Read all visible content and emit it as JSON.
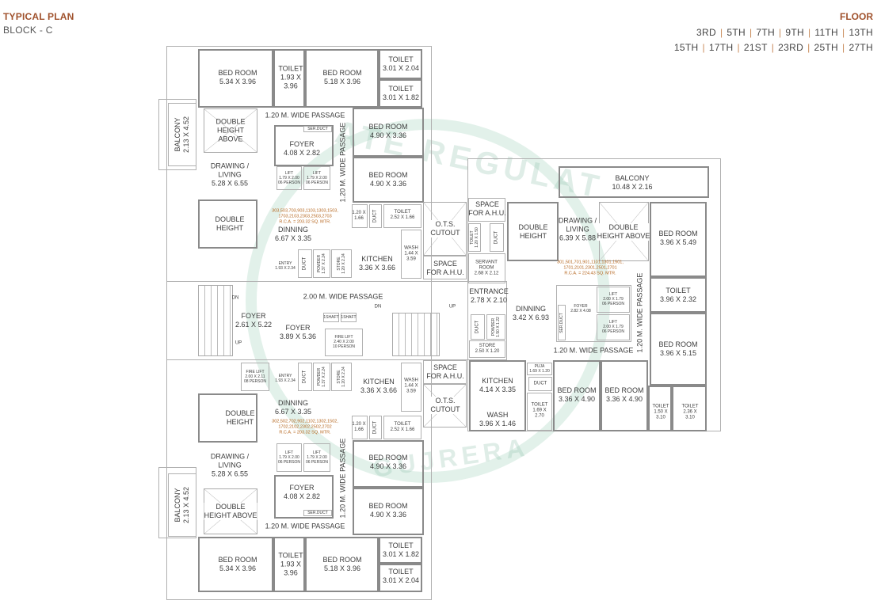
{
  "header": {
    "title": "TYPICAL PLAN",
    "subtitle": "BLOCK - C"
  },
  "floor": {
    "title": "FLOOR",
    "row1": [
      "3RD",
      "5TH",
      "7TH",
      "9TH",
      "11TH",
      "13TH"
    ],
    "row2": [
      "15TH",
      "17TH",
      "21ST",
      "23RD",
      "25TH",
      "27TH"
    ]
  },
  "watermark": "GUJARAT REAL ESTATE REGULATORY AUTHORITY - GUJRERA",
  "colors": {
    "accent": "#a0522d",
    "rca_text": "#b5651d",
    "wall": "#8a8a8a",
    "watermark": "#8cc8aa"
  },
  "unit_top": {
    "rca_units": "303,503,703,903,1103,1303,1503,",
    "rca_units2": "1703,2103,2303,2503,2703",
    "rca_area": "R.C.A. = 203.32 SQ. MTR.",
    "rooms": {
      "bed1": [
        "BED ROOM",
        "5.34 X 3.96"
      ],
      "toilet1": [
        "TOILET",
        "1.93 X",
        "3.96"
      ],
      "bed2": [
        "BED ROOM",
        "5.18 X 3.96"
      ],
      "toilet2": [
        "TOILET",
        "3.01 X 2.04"
      ],
      "toilet3": [
        "TOILET",
        "3.01 X 1.82"
      ],
      "balcony": [
        "BALCONY",
        "2.13 X 4.52"
      ],
      "double_height_above": [
        "DOUBLE",
        "HEIGHT",
        "ABOVE"
      ],
      "passage": "1.20 M. WIDE PASSAGE",
      "ser_duct": "SER.DUCT",
      "foyer": [
        "FOYER",
        "4.08 X 2.82"
      ],
      "vert_passage": "1.20 M. WIDE PASSAGE",
      "bed3": [
        "BED ROOM",
        "4.90 X 3.36"
      ],
      "bed4": [
        "BED ROOM",
        "4.90 X 3.36"
      ],
      "drawing": [
        "DRAWING /",
        "LIVING",
        "5.28 X 6.55"
      ],
      "lift1": [
        "LIFT",
        "1.79 X 2.00",
        "06 PERSON"
      ],
      "lift2": [
        "LIFT",
        "1.79 X 2.00",
        "06 PERSON"
      ],
      "double_height": [
        "DOUBLE",
        "HEIGHT"
      ],
      "dinning": [
        "DINNING",
        "6.67 X 3.35"
      ],
      "small": [
        "1.20 X",
        "1.66"
      ],
      "duct": "DUCT",
      "toilet4": [
        "TOILET",
        "2.52 X 1.66"
      ],
      "wash": [
        "WASH",
        "1.44 X",
        "3.59"
      ],
      "entry": [
        "ENTRY",
        "1.93 X 2.34"
      ],
      "duct2": "DUCT",
      "powder": [
        "POWDER",
        "1.37 X 2.24"
      ],
      "store": [
        "STORE",
        "1.20 X 2.24"
      ],
      "kitchen": [
        "KITCHEN",
        "3.36 X 3.66"
      ]
    }
  },
  "core": {
    "passage": "2.00 M. WIDE PASSAGE",
    "dn": "DN",
    "up": "UP",
    "dn2": "DN",
    "up2": "UP",
    "foyer1": [
      "FOYER",
      "2.61 X 5.22"
    ],
    "foyer2": [
      "FOYER",
      "3.89 X 5.36"
    ],
    "shaft1": "1SHAFT",
    "shaft2": "1SHAFT",
    "fire_lift": [
      "FIRE LIFT",
      "2.40 X 2.00",
      "10 PERSON"
    ],
    "fire_lift2": [
      "FIRE LIFT",
      "2.00 X 2.11",
      "08 PERSON"
    ],
    "ots_top": [
      "O.T.S.",
      "CUTOUT"
    ],
    "ahu_top1": [
      "SPACE",
      "FOR A.H.U."
    ],
    "ahu_top2": [
      "SPACE",
      "FOR A.H.U."
    ],
    "ahu_bottom": [
      "SPACE",
      "FOR A.H.U."
    ],
    "ots_bottom": [
      "O.T.S.",
      "CUTOUT"
    ]
  },
  "unit_bottom": {
    "rca_units": "302,502,702,902,1102,1302,1502,",
    "rca_units2": "1702,2102,2302,2502,2702",
    "rca_area": "R.C.A. = 203.32 SQ. MTR.",
    "rooms": {
      "entry": [
        "ENTRY",
        "1.93 X 2.34"
      ],
      "duct": "DUCT",
      "powder": [
        "POWDER",
        "1.37 X 2.24"
      ],
      "store": [
        "STORE",
        "1.20 X 2.24"
      ],
      "kitchen": [
        "KITCHEN",
        "3.36 X 3.66"
      ],
      "wash": [
        "WASH",
        "1.44 X",
        "3.59"
      ],
      "dinning": [
        "DINNING",
        "6.67 X 3.35"
      ],
      "double_height": [
        "DOUBLE",
        "HEIGHT"
      ],
      "small": [
        "1.20 X",
        "1.66"
      ],
      "duct2": "DUCT",
      "toilet4": [
        "TOILET",
        "2.52 X 1.66"
      ],
      "drawing": [
        "DRAWING /",
        "LIVING",
        "5.28 X 6.55"
      ],
      "lift1": [
        "LIFT",
        "1.79 X 2.00",
        "06 PERSON"
      ],
      "lift2": [
        "LIFT",
        "1.79 X 2.00",
        "06 PERSON"
      ],
      "vert_passage": "1.20 M. WIDE PASSAGE",
      "bed3": [
        "BED ROOM",
        "4.90 X 3.36"
      ],
      "bed4": [
        "BED ROOM",
        "4.90 X 3.36"
      ],
      "balcony": [
        "BALCONY",
        "2.13 X 4.52"
      ],
      "double_height_above": [
        "DOUBLE",
        "HEIGHT ABOVE"
      ],
      "foyer": [
        "FOYER",
        "4.08 X 2.82"
      ],
      "ser_duct": "SER.DUCT",
      "passage": "1.20 M. WIDE PASSAGE",
      "bed1": [
        "BED ROOM",
        "5.34 X 3.96"
      ],
      "toilet1": [
        "TOILET",
        "1.93 X",
        "3.96"
      ],
      "bed2": [
        "BED ROOM",
        "5.18 X 3.96"
      ],
      "toilet3": [
        "TOILET",
        "3.01 X 1.82"
      ],
      "toilet2": [
        "TOILET",
        "3.01 X 2.04"
      ]
    }
  },
  "unit_right": {
    "rca_units": "301,501,701,901,1101,1301,1501,",
    "rca_units2": "1701,2101,2301,2501,2701",
    "rca_area": "R.C.A. = 224.43 SQ. MTR.",
    "rooms": {
      "balcony": [
        "BALCONY",
        "10.48 X 2.16"
      ],
      "double_height": [
        "DOUBLE",
        "HEIGHT"
      ],
      "drawing": [
        "DRAWING /",
        "LIVING",
        "6.39 X 5.88"
      ],
      "double_height_above": [
        "DOUBLE",
        "HEIGHT ABOVE"
      ],
      "bed1": [
        "BED ROOM",
        "3.96 X 5.49"
      ],
      "toilet_small": [
        "TOILET",
        "1.20 X 1.50"
      ],
      "duct": "DUCT",
      "servant": [
        "SERVANT",
        "ROOM",
        "2.68 X 2.12"
      ],
      "entrance": [
        "ENTRANCE",
        "2.78 X 2.10"
      ],
      "dinning": [
        "DINNING",
        "3.42 X 6.93"
      ],
      "duct2": "DUCT",
      "powder": [
        "POWDER",
        "1.50 X 1.22"
      ],
      "store": [
        "STORE",
        "2.50 X 1.20"
      ],
      "ser_duct": "SER.DUCT",
      "foyer": [
        "FOYER",
        "2.82 X 4.08"
      ],
      "lift1": [
        "LIFT",
        "2.00 X 1.79",
        "06 PERSON"
      ],
      "lift2": [
        "LIFT",
        "2.00 X 1.79",
        "06 PERSON"
      ],
      "vert_passage": "1.20 M. WIDE PASSAGE",
      "toilet1": [
        "TOILET",
        "3.96 X 2.32"
      ],
      "bed2": [
        "BED ROOM",
        "3.96 X 5.15"
      ],
      "passage": "1.20 M. WIDE PASSAGE",
      "puja": [
        "PUJA",
        "1.69 X 1.20"
      ],
      "duct3": "DUCT",
      "toilet2": [
        "TOILET",
        "1.69 X",
        "2.70"
      ],
      "kitchen": [
        "KITCHEN",
        "4.14 X 3.35"
      ],
      "wash": [
        "WASH",
        "3.96 X 1.46"
      ],
      "bed3": [
        "BED ROOM",
        "3.36 X 4.90"
      ],
      "bed4": [
        "BED ROOM",
        "3.36 X 4.90"
      ],
      "toilet3": [
        "TOILET",
        "1.50 X",
        "3.10"
      ],
      "toilet4": [
        "TOILET",
        "2.36 X",
        "3.10"
      ]
    }
  }
}
